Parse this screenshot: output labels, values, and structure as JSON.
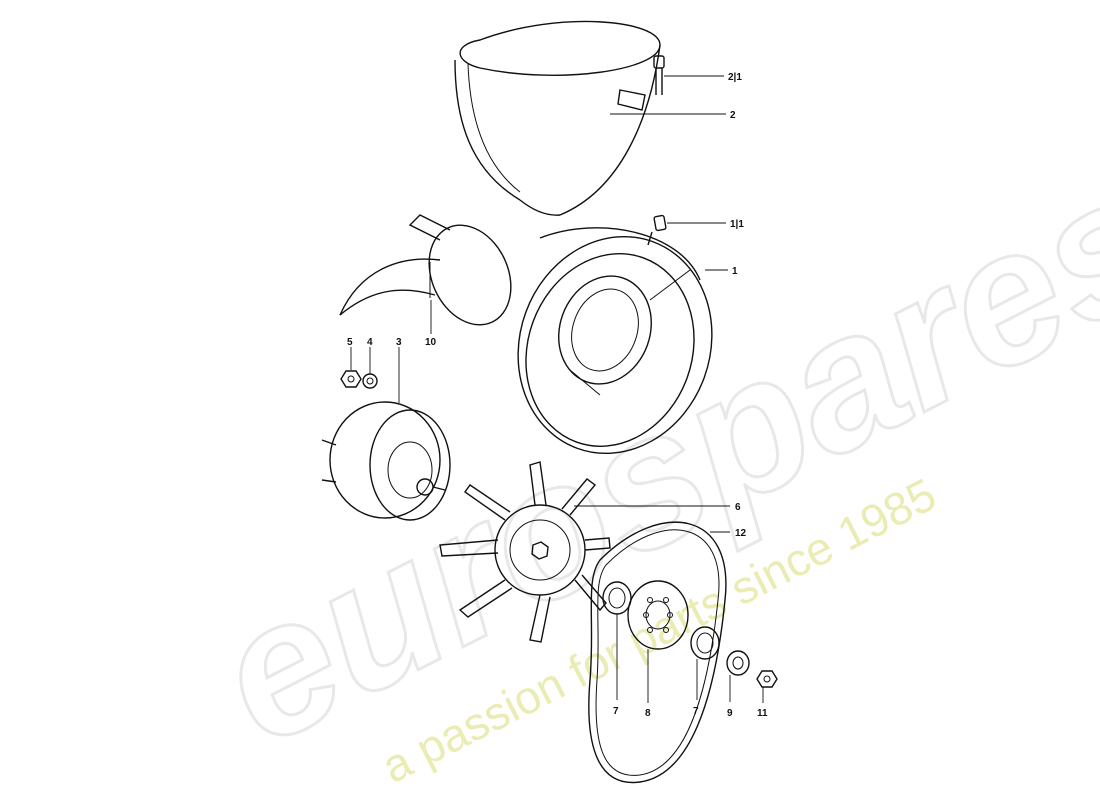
{
  "watermark": {
    "brand": "eurospares",
    "tagline": "a passion for parts since 1985",
    "tagline_color": "#e4e69a",
    "brand_color": "#d6d6d6"
  },
  "callouts": {
    "c2_1": "2|1",
    "c2": "2",
    "c1_1": "1|1",
    "c1": "1",
    "c10": "10",
    "c5": "5",
    "c4": "4",
    "c3": "3",
    "c6": "6",
    "c12": "12",
    "c7a": "7",
    "c8": "8",
    "c7b": "7",
    "c9": "9",
    "c11": "11"
  }
}
